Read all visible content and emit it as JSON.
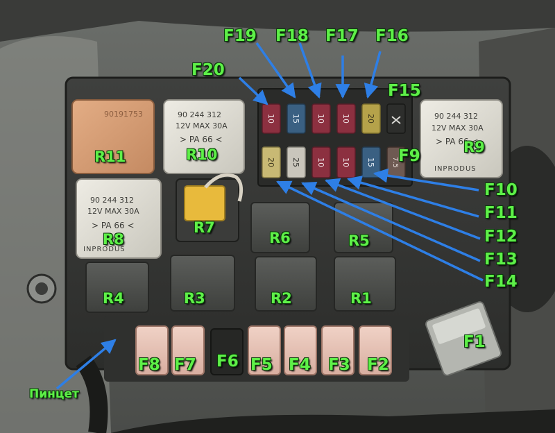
{
  "colors": {
    "label_green": "#5ef048",
    "arrow_blue": "#2e7fe6",
    "relay_beige": "#e3e1d8",
    "relay_orange": "#d9a278",
    "relay_yellow": "#e8ba3c",
    "relay_dark": "#4e504d",
    "maxi_fuse_pink": "#e8c6b8"
  },
  "relay_text": {
    "part_no": "90 244 312",
    "rating": "12V  MAX 30A",
    "material": "> PA 66 <",
    "brand": "INPRODUS",
    "orange_part_no": "90191753"
  },
  "fuse_values": {
    "f20": "10",
    "f19": "15",
    "f18": "10",
    "f17": "10",
    "f16": "20",
    "f15": "",
    "f14": "20",
    "f13": "25",
    "f12": "10",
    "f11": "10",
    "f10": "15",
    "f9": "7.5"
  },
  "labels": {
    "fuses_top": [
      "F19",
      "F18",
      "F17",
      "F16"
    ],
    "f20": "F20",
    "f15": "F15",
    "f9": "F9",
    "fuses_right": [
      "F10",
      "F11",
      "F12",
      "F13",
      "F14"
    ],
    "f1": "F1",
    "fuses_bottom": [
      "F8",
      "F7",
      "F6",
      "F5",
      "F4",
      "F3",
      "F2"
    ],
    "relays": [
      "R11",
      "R10",
      "R9",
      "R8",
      "R7",
      "R6",
      "R5",
      "R4",
      "R3",
      "R2",
      "R1"
    ],
    "tweezers": "Пинцет"
  }
}
